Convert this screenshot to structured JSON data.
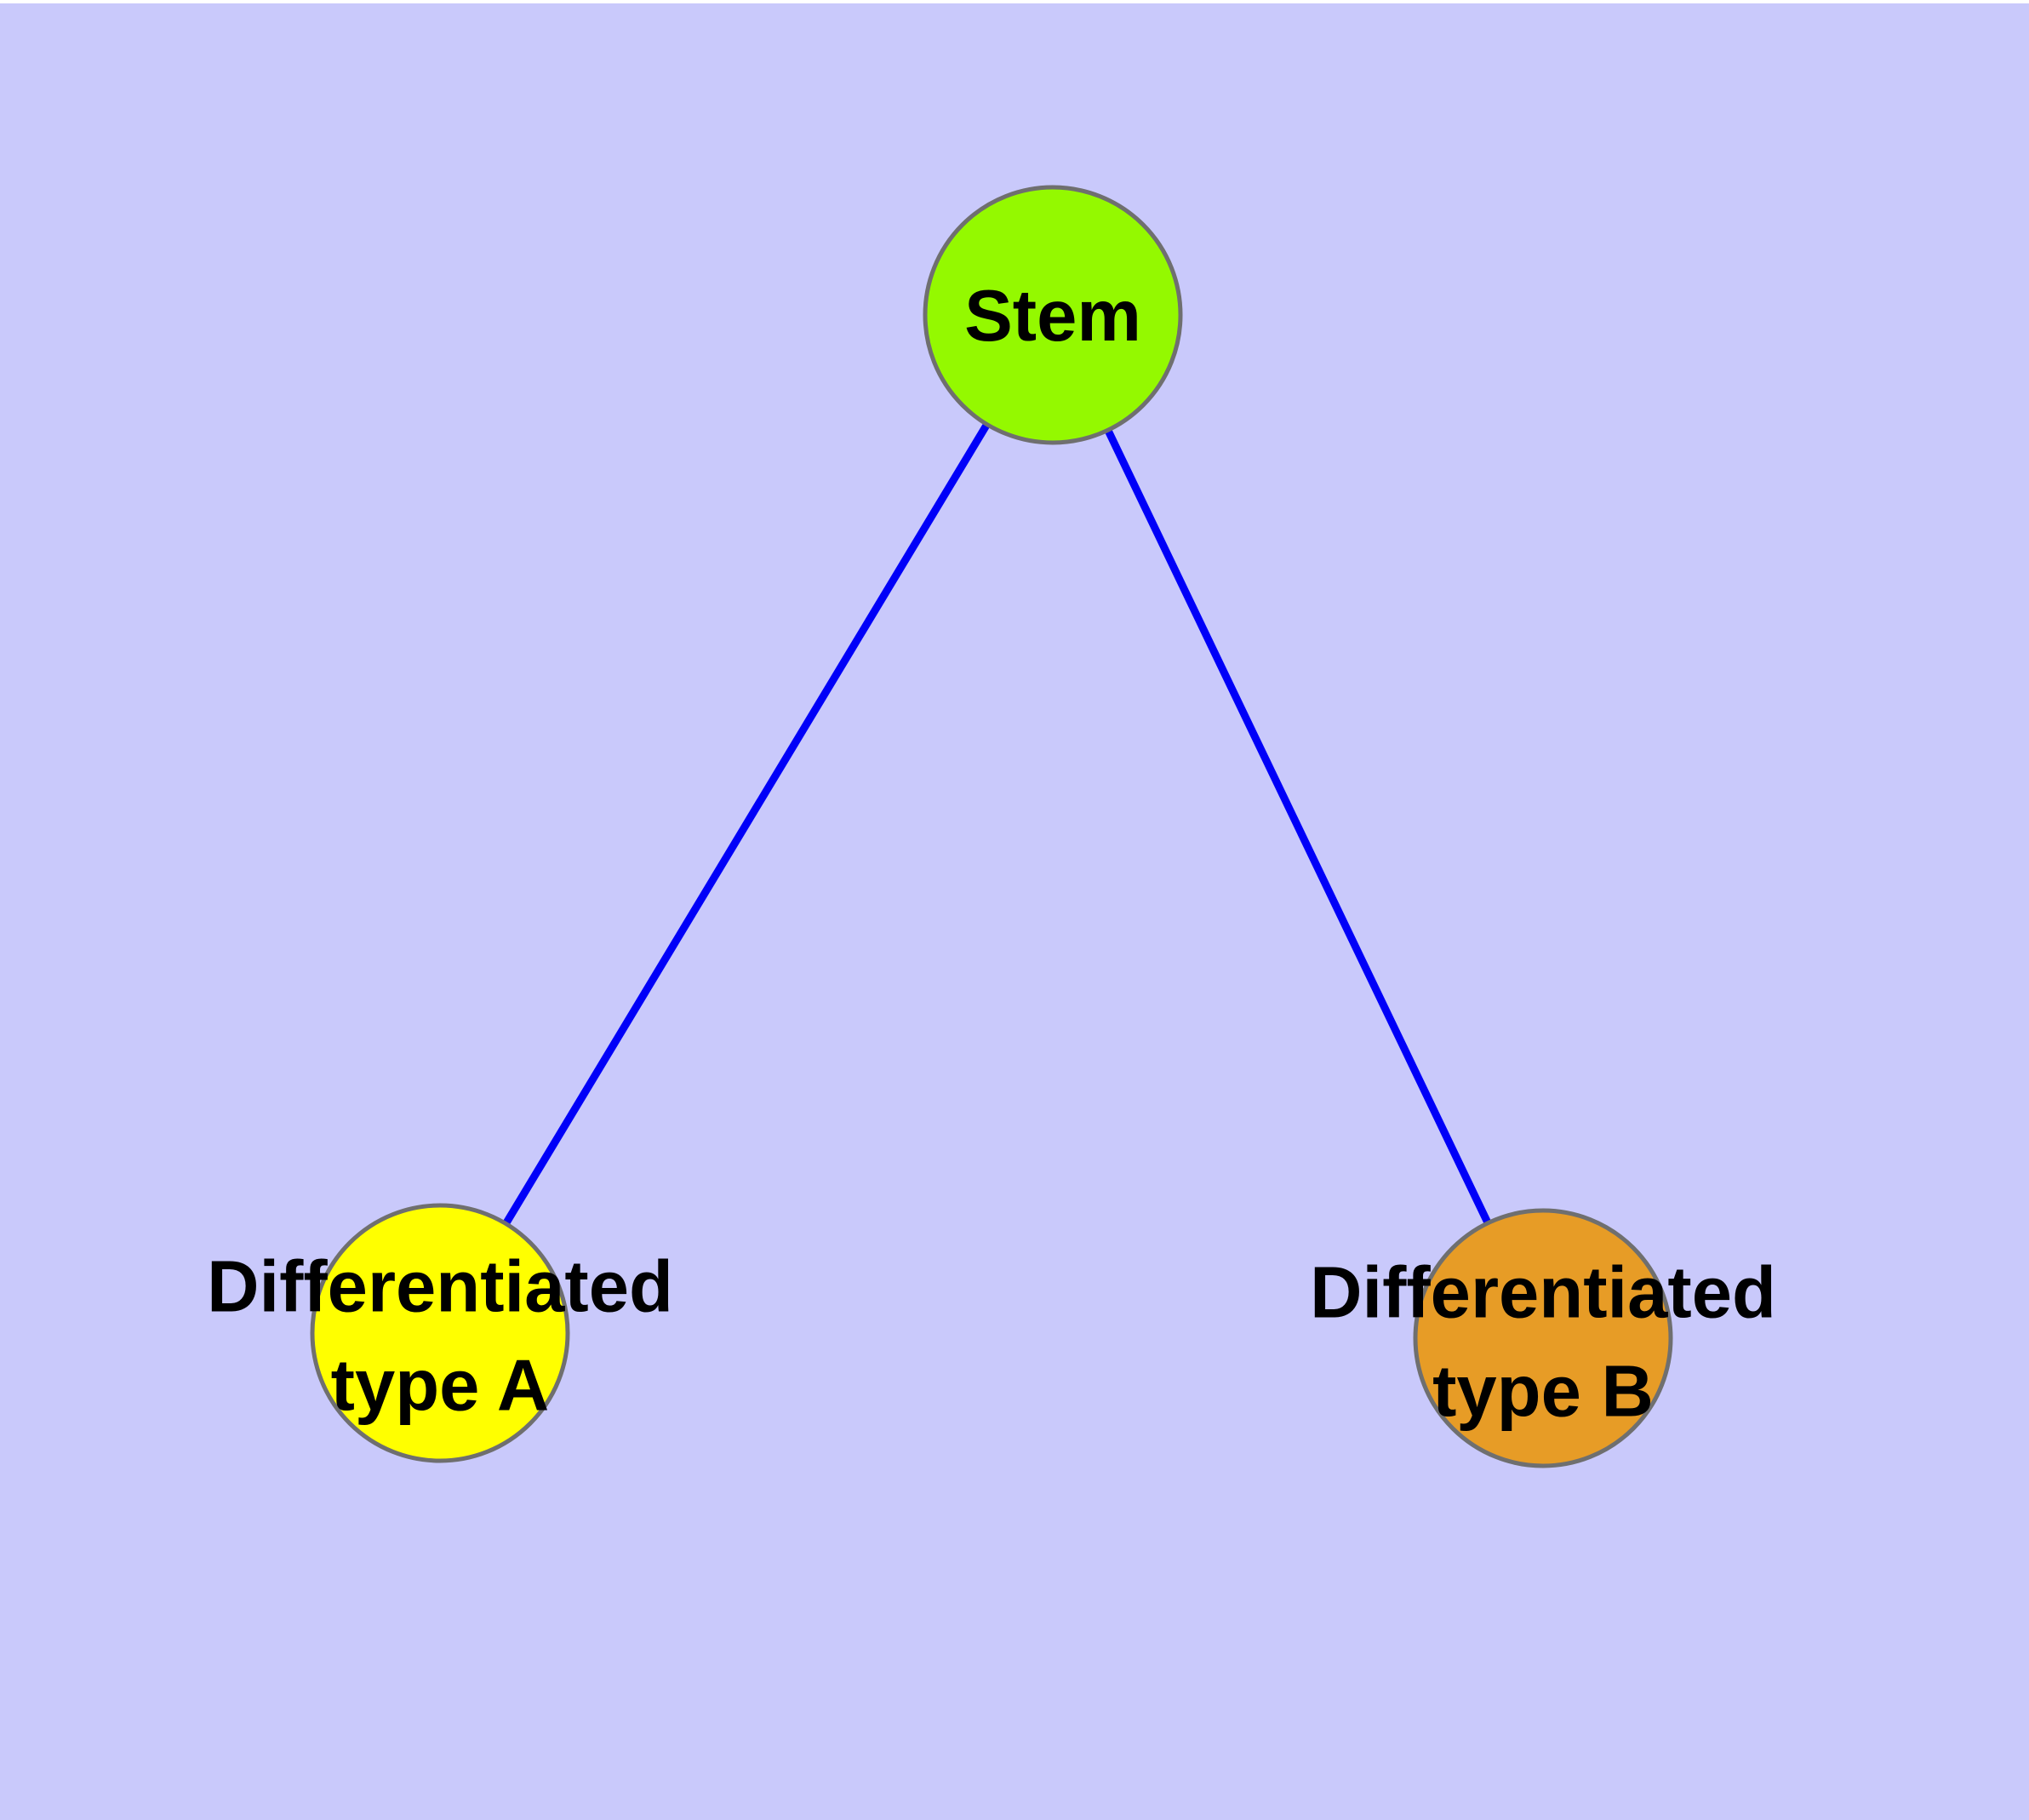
{
  "graph": {
    "background_color": "#c9c9fb",
    "top_strip_color": "#ffffff",
    "edge_color": "#0000f8",
    "node_border_color": "#6f6f6f",
    "label_color": "#000000",
    "nodes": [
      {
        "id": "stem",
        "label": "Stem",
        "color": "#94f900"
      },
      {
        "id": "type-a",
        "label": "Differentiated\ntype A",
        "color": "#ffff00"
      },
      {
        "id": "type-b",
        "label": "Differentiated\ntype B",
        "color": "#e79c26"
      }
    ],
    "edges": [
      {
        "from": "Stem",
        "to": "Differentiated type A"
      },
      {
        "from": "Stem",
        "to": "Differentiated type B"
      }
    ]
  }
}
